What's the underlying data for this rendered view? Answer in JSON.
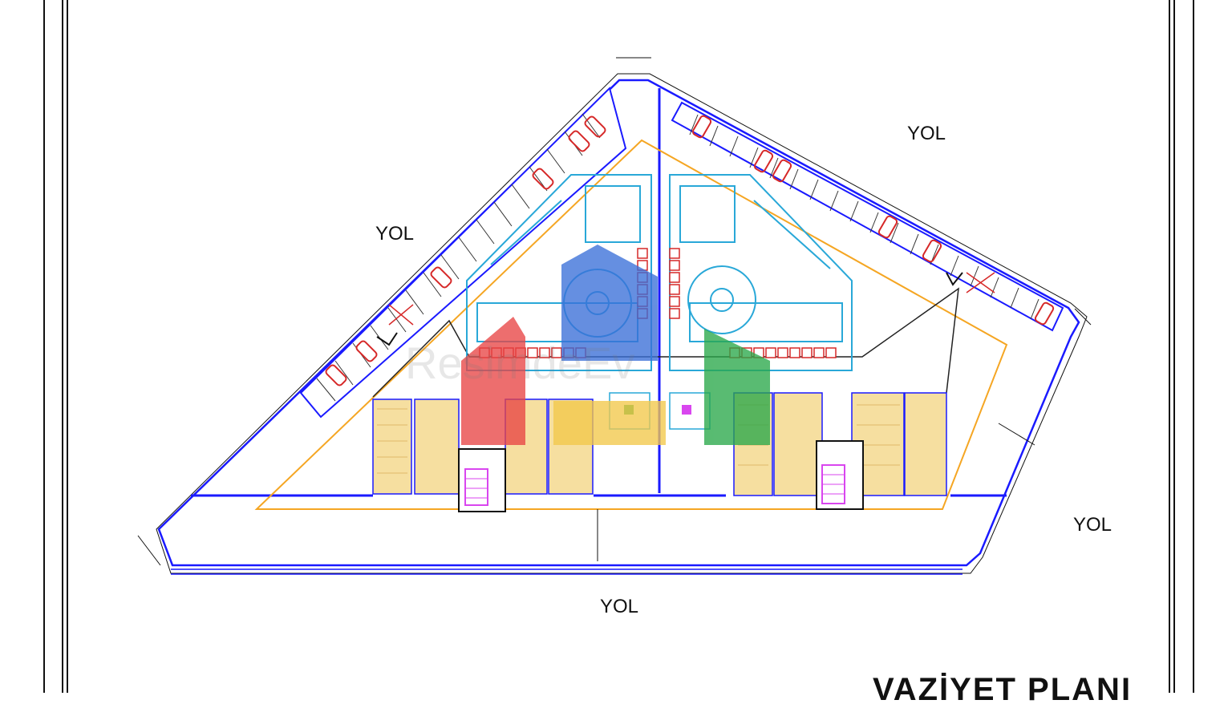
{
  "drawing": {
    "title": "VAZİYET PLANI",
    "roads": {
      "top_right": "YOL",
      "left": "YOL",
      "right": "YOL",
      "bottom": "YOL"
    },
    "watermark_text": "ResimdeEv"
  },
  "colors": {
    "frame": "#111111",
    "boundary_blue": "#1a1aff",
    "setback_orange": "#f5a623",
    "pool_cyan": "#29a8d8",
    "unit_fill": "#f6dfa0",
    "parking_red": "#d62828",
    "stair_magenta": "#d946ef",
    "logo_blue": "#3a6fd8",
    "logo_red": "#e84545",
    "logo_yellow": "#f3c84b",
    "logo_green": "#2aa84a"
  }
}
